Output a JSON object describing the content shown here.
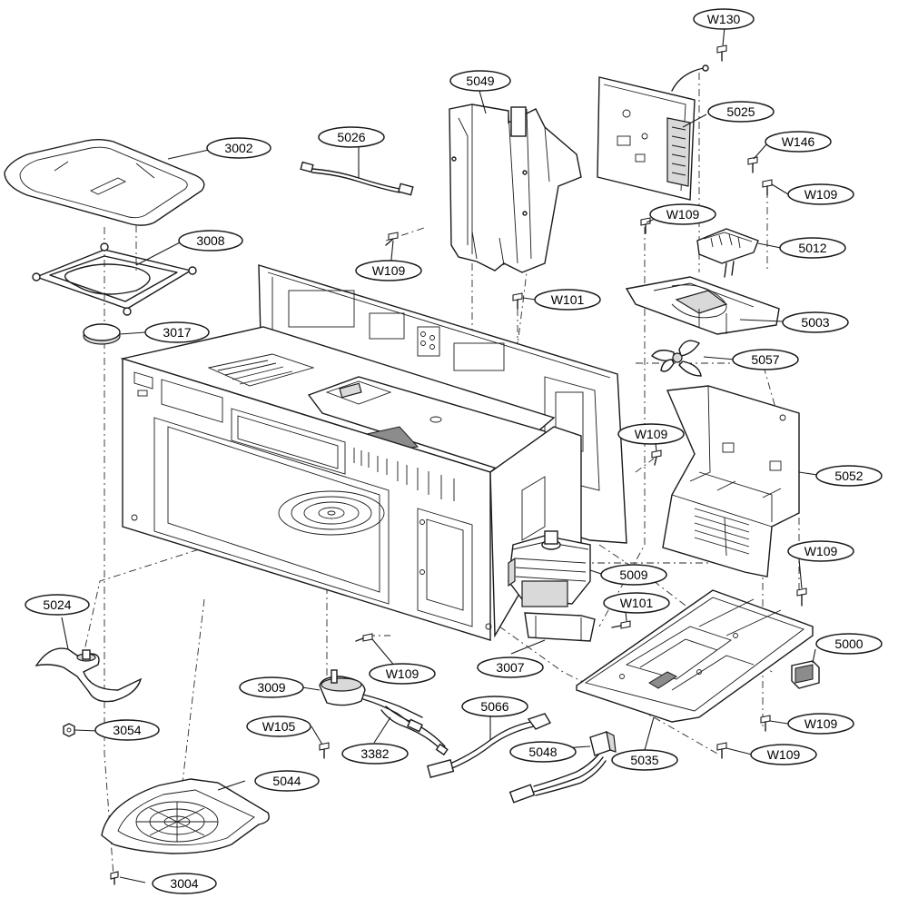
{
  "callouts": [
    {
      "id": "c-w130",
      "label": "W130"
    },
    {
      "id": "c-5049",
      "label": "5049"
    },
    {
      "id": "c-5025",
      "label": "5025"
    },
    {
      "id": "c-5026",
      "label": "5026"
    },
    {
      "id": "c-3002",
      "label": "3002"
    },
    {
      "id": "c-w146",
      "label": "W146"
    },
    {
      "id": "c-w109-a",
      "label": "W109"
    },
    {
      "id": "c-w109-b",
      "label": "W109"
    },
    {
      "id": "c-w109-c",
      "label": "W109"
    },
    {
      "id": "c-3008",
      "label": "3008"
    },
    {
      "id": "c-5012",
      "label": "5012"
    },
    {
      "id": "c-w101-a",
      "label": "W101"
    },
    {
      "id": "c-5003",
      "label": "5003"
    },
    {
      "id": "c-3017",
      "label": "3017"
    },
    {
      "id": "c-5057",
      "label": "5057"
    },
    {
      "id": "c-w109-d",
      "label": "W109"
    },
    {
      "id": "c-5052",
      "label": "5052"
    },
    {
      "id": "c-w109-e",
      "label": "W109"
    },
    {
      "id": "c-5009",
      "label": "5009"
    },
    {
      "id": "c-5024",
      "label": "5024"
    },
    {
      "id": "c-w101-b",
      "label": "W101"
    },
    {
      "id": "c-5000",
      "label": "5000"
    },
    {
      "id": "c-3007",
      "label": "3007"
    },
    {
      "id": "c-w109-f",
      "label": "W109"
    },
    {
      "id": "c-3009",
      "label": "3009"
    },
    {
      "id": "c-5066",
      "label": "5066"
    },
    {
      "id": "c-3054",
      "label": "3054"
    },
    {
      "id": "c-w109-g",
      "label": "W109"
    },
    {
      "id": "c-w105",
      "label": "W105"
    },
    {
      "id": "c-3382",
      "label": "3382"
    },
    {
      "id": "c-5048",
      "label": "5048"
    },
    {
      "id": "c-5035",
      "label": "5035"
    },
    {
      "id": "c-w109-h",
      "label": "W109"
    },
    {
      "id": "c-5044",
      "label": "5044"
    },
    {
      "id": "c-3004",
      "label": "3004"
    }
  ]
}
